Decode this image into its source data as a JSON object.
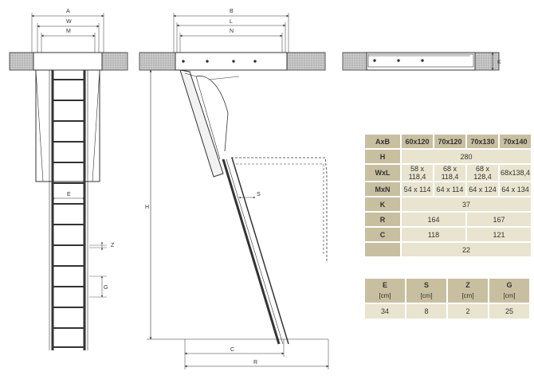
{
  "dimension_labels": {
    "A": "A",
    "W": "W",
    "M": "M",
    "B": "B",
    "L": "L",
    "N": "N",
    "K": "K",
    "H": "H",
    "E": "E",
    "S": "S",
    "Z": "Z",
    "G": "G",
    "C": "C",
    "R": "R"
  },
  "spec_table": {
    "header_label": "AxB",
    "sizes": [
      "60x120",
      "70x120",
      "70x130",
      "70x140"
    ],
    "rows": [
      {
        "label": "H",
        "cells": [
          {
            "text": "280",
            "span": 4
          }
        ]
      },
      {
        "label": "WxL",
        "cells": [
          {
            "text": "58 x 118,4",
            "span": 1
          },
          {
            "text": "68 x 118,4",
            "span": 1
          },
          {
            "text": "68 x 128,4",
            "span": 1
          },
          {
            "text": "68x138,4",
            "span": 1
          }
        ]
      },
      {
        "label": "MxN",
        "cells": [
          {
            "text": "54 x 114",
            "span": 1
          },
          {
            "text": "64 x 114",
            "span": 1
          },
          {
            "text": "64 x 124",
            "span": 1
          },
          {
            "text": "64 x 134",
            "span": 1
          }
        ]
      },
      {
        "label": "K",
        "cells": [
          {
            "text": "37",
            "span": 4
          }
        ]
      },
      {
        "label": "R",
        "cells": [
          {
            "text": "164",
            "span": 2
          },
          {
            "text": "167",
            "span": 2
          }
        ]
      },
      {
        "label": "C",
        "cells": [
          {
            "text": "118",
            "span": 2
          },
          {
            "text": "121",
            "span": 2
          }
        ]
      },
      {
        "label": "",
        "cells": [
          {
            "text": "22",
            "span": 4
          }
        ]
      }
    ]
  },
  "step_table": {
    "unit": "[cm]",
    "columns": [
      {
        "label": "E",
        "value": "34"
      },
      {
        "label": "S",
        "value": "8"
      },
      {
        "label": "Z",
        "value": "2"
      },
      {
        "label": "G",
        "value": "25"
      }
    ]
  }
}
